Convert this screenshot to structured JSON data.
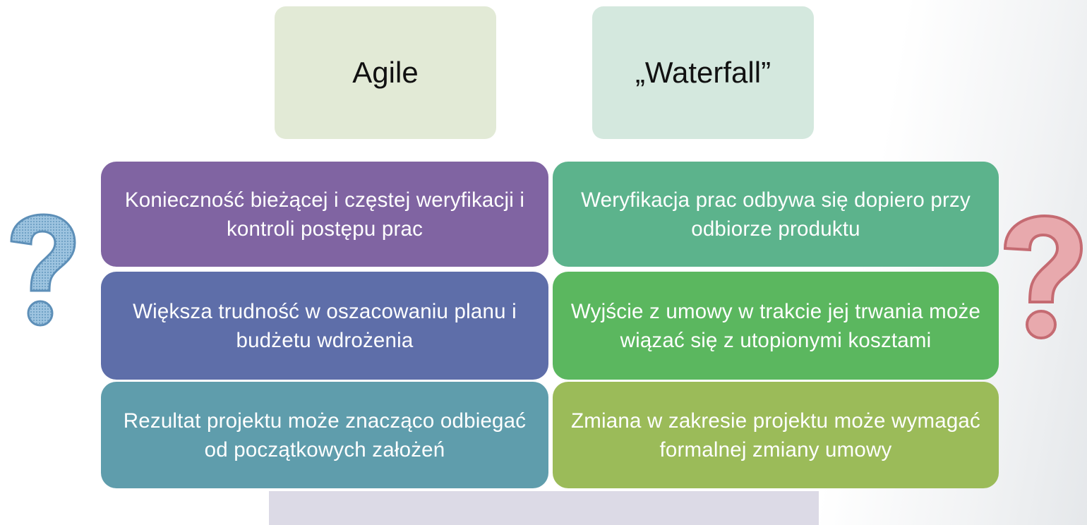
{
  "headers": {
    "agile": "Agile",
    "waterfall": "„Waterfall”"
  },
  "agile": [
    {
      "text": "Konieczność bieżącej  i częstej weryfikacji i kontroli postępu prac",
      "color": "#8064a2"
    },
    {
      "text": "Większa trudność w oszacowaniu planu i budżetu wdrożenia",
      "color": "#5e6ea9"
    },
    {
      "text": "Rezultat projektu może znacząco odbiegać od początkowych założeń",
      "color": "#5f9dac"
    }
  ],
  "waterfall": [
    {
      "text": "Weryfikacja prac odbywa się dopiero przy odbiorze produktu",
      "color": "#5cb38c"
    },
    {
      "text": "Wyjście z umowy w trakcie jej trwania może wiązać się z utopionymi kosztami",
      "color": "#5bb75f"
    },
    {
      "text": "Zmiana w zakresie projektu może wymagać formalnej zmiany umowy",
      "color": "#9bbb59"
    }
  ],
  "icons": {
    "left": "question-mark-icon",
    "right": "question-mark-icon",
    "left_color": "#8ab6d6",
    "right_color": "#e6a4a8"
  },
  "colors": {
    "agile_header": "#e2ead6",
    "waterfall_header": "#d4e8de",
    "bottom_box": "#dcdae6"
  }
}
